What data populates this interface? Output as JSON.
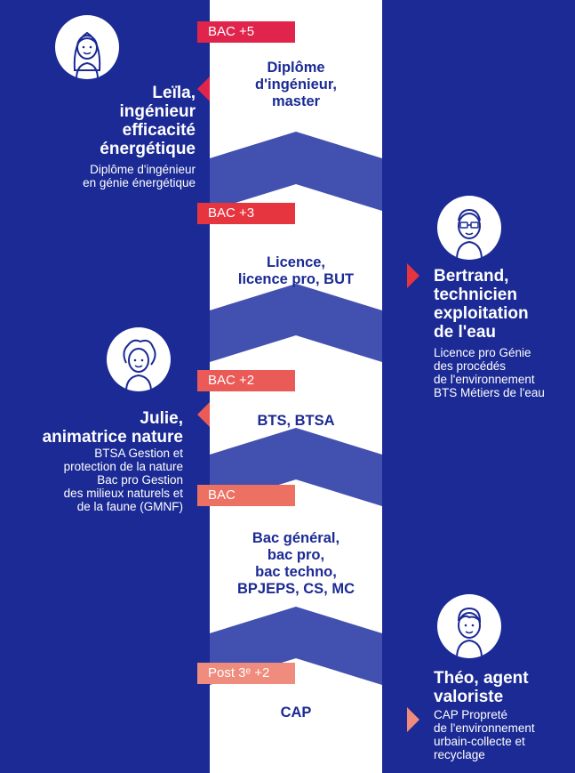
{
  "colors": {
    "background": "#1b2a94",
    "band_white": "#ffffff",
    "band_blue": "#4250b0",
    "accent_red": "#e0244c",
    "accent_orange": "#ec7163",
    "text_dark": "#1b2a94"
  },
  "levels": [
    {
      "badge": "BAC +5",
      "text": "Diplôme\nd'ingénieur,\nmaster",
      "badge_color": "#e0244c"
    },
    {
      "badge": "BAC +3",
      "text": "Licence,\nlicence pro, BUT",
      "badge_color": "#e6353f"
    },
    {
      "badge": "BAC +2",
      "text": "BTS, BTSA",
      "badge_color": "#ea5a57"
    },
    {
      "badge": "BAC",
      "text": "Bac général,\nbac pro,\nbac techno,\nBPJEPS, CS, MC",
      "badge_color": "#ec7163"
    },
    {
      "badge": "Post 3ᵉ +2",
      "text": "CAP",
      "badge_color": "#ef8c7d"
    }
  ],
  "people": [
    {
      "name": "Leïla,\ningénieur\nefficacité\nénergétique",
      "desc": "Diplôme d'ingénieur\nen génie énergétique",
      "avatar_icon": "woman-long-hair-icon"
    },
    {
      "name": "Bertrand,\ntechnicien\nexploitation\nde l'eau",
      "desc": "Licence pro Génie\ndes procédés\nde l'environnement\nBTS Métiers de l'eau",
      "avatar_icon": "man-glasses-icon"
    },
    {
      "name": "Julie,\nanimatrice nature",
      "desc": "BTSA Gestion et\nprotection de la nature\nBac pro Gestion\ndes milieux naturels et\nde la faune (GMNF)",
      "avatar_icon": "woman-curly-hair-icon"
    },
    {
      "name": "Théo, agent\nvaloriste",
      "desc": "CAP Propreté\nde l'environnement\nurbain-collecte et\nrecyclage",
      "avatar_icon": "young-man-icon"
    }
  ]
}
